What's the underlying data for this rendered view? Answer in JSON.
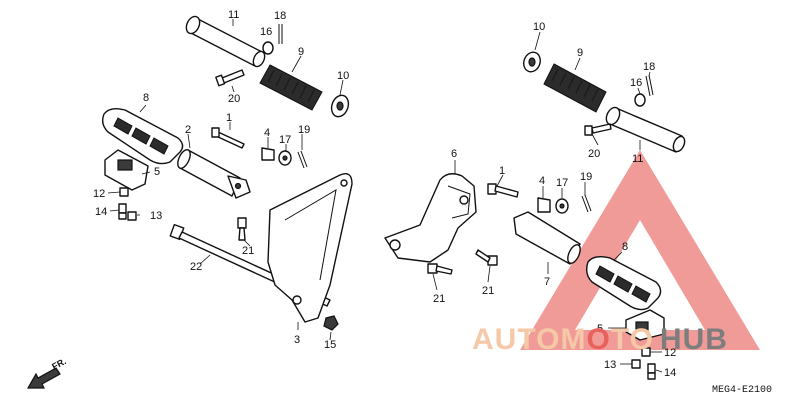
{
  "diagram": {
    "labels": {
      "l11a": "11",
      "l18a": "18",
      "l16a": "16",
      "l9a": "9",
      "l10a": "10",
      "l20a": "20",
      "l8a": "8",
      "l2": "2",
      "l1a": "1",
      "l4a": "4",
      "l17a": "17",
      "l19a": "19",
      "l5a": "5",
      "l12a": "12",
      "l14a": "14",
      "l13a": "13",
      "l21a": "21",
      "l22": "22",
      "l3": "3",
      "l15": "15",
      "l10b": "10",
      "l9b": "9",
      "l18b": "18",
      "l16b": "16",
      "l20b": "20",
      "l11b": "11",
      "l6": "6",
      "l1b": "1",
      "l4b": "4",
      "l17b": "17",
      "l19b": "19",
      "l7": "7",
      "l21b": "21",
      "l21c": "21",
      "l8b": "8",
      "l5b": "5",
      "l12b": "12",
      "l13b": "13",
      "l14b": "14"
    },
    "front_arrow": "FR.",
    "code": "MEG4-E2100"
  },
  "watermark": {
    "left": "AUTOM",
    "middle": "O",
    "mid2": "TO",
    "right": "HUB",
    "colors": {
      "orange": "#f5c9a8",
      "red": "#e8615c",
      "gray": "#7d7d7d"
    }
  }
}
